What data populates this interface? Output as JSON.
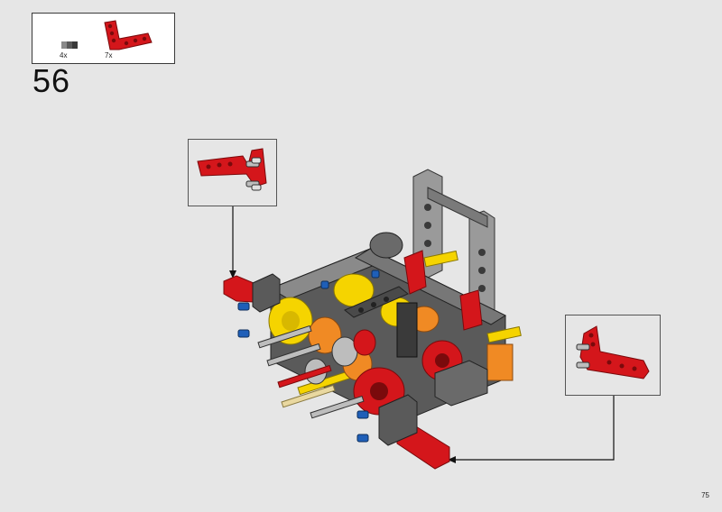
{
  "step": {
    "number": "56"
  },
  "parts_list": [
    {
      "name": "axle-pin-icon",
      "quantity": "4x"
    },
    {
      "name": "red-l-beam-icon",
      "quantity": "7x"
    }
  ],
  "page": {
    "number": "75"
  },
  "colors": {
    "background": "#e6e6e6",
    "red": "#d4161b",
    "grey": "#8e8e8e",
    "dark_grey": "#4a4a4a",
    "yellow": "#f5d400",
    "orange": "#f08a24",
    "blue": "#1f5fb8",
    "tan": "#e9d8a0"
  }
}
